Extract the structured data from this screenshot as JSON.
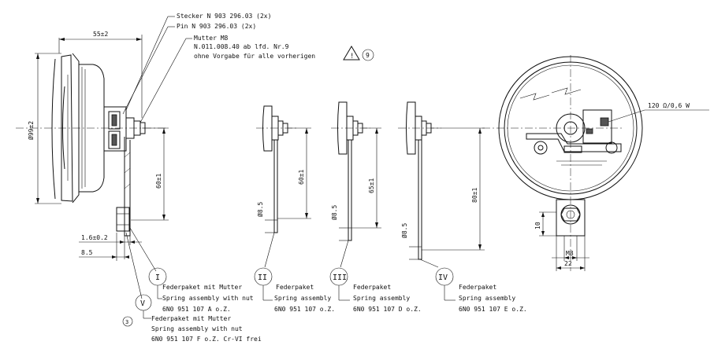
{
  "notes": {
    "stecker": "Stecker N 903 296.03 (2x)",
    "pin": "Pin N 903 296.03 (2x)",
    "mutter_title": "Mutter M8",
    "mutter_number": "N.011.008.40 ab lfd. Nr.9",
    "mutter_note": "ohne Vorgabe für alle vorherigen",
    "warning_symbol": "!",
    "revision_9": "9",
    "revision_3": "3",
    "resistance": "120 Ω/0,6 W"
  },
  "dimensions": {
    "width_55": "55±2",
    "diameter_99": "Ø99±2",
    "h60_a": "60±1",
    "h60_b": "60±1",
    "h65": "65±1",
    "h80": "80±1",
    "d85_a": "Ø8.5",
    "d85_b": "Ø8.5",
    "d85_c": "Ø8.5",
    "t16": "1.6±0.2",
    "w85": "8.5",
    "h10": "10",
    "m8": "M8",
    "w22": "22"
  },
  "variants": {
    "I": {
      "roman": "I",
      "line1": "Federpaket mit Mutter",
      "line2": "Spring assembly with nut",
      "line3": "6N0 951 107 A o.Z."
    },
    "II": {
      "roman": "II",
      "line1": "Federpaket",
      "line2": "Spring assembly",
      "line3": "6N0 951 107 o.Z."
    },
    "III": {
      "roman": "III",
      "line1": "Federpaket",
      "line2": "Spring assembly",
      "line3": "6N0 951 107 D o.Z."
    },
    "IV": {
      "roman": "IV",
      "line1": "Federpaket",
      "line2": "Spring assembly",
      "line3": "6N0 951 107 E o.Z."
    },
    "V": {
      "roman": "V",
      "line1": "Federpaket mit Mutter",
      "line2": "Spring assembly with nut",
      "line3": "6N0 951 107 F o.Z. Cr-VI frei"
    }
  }
}
